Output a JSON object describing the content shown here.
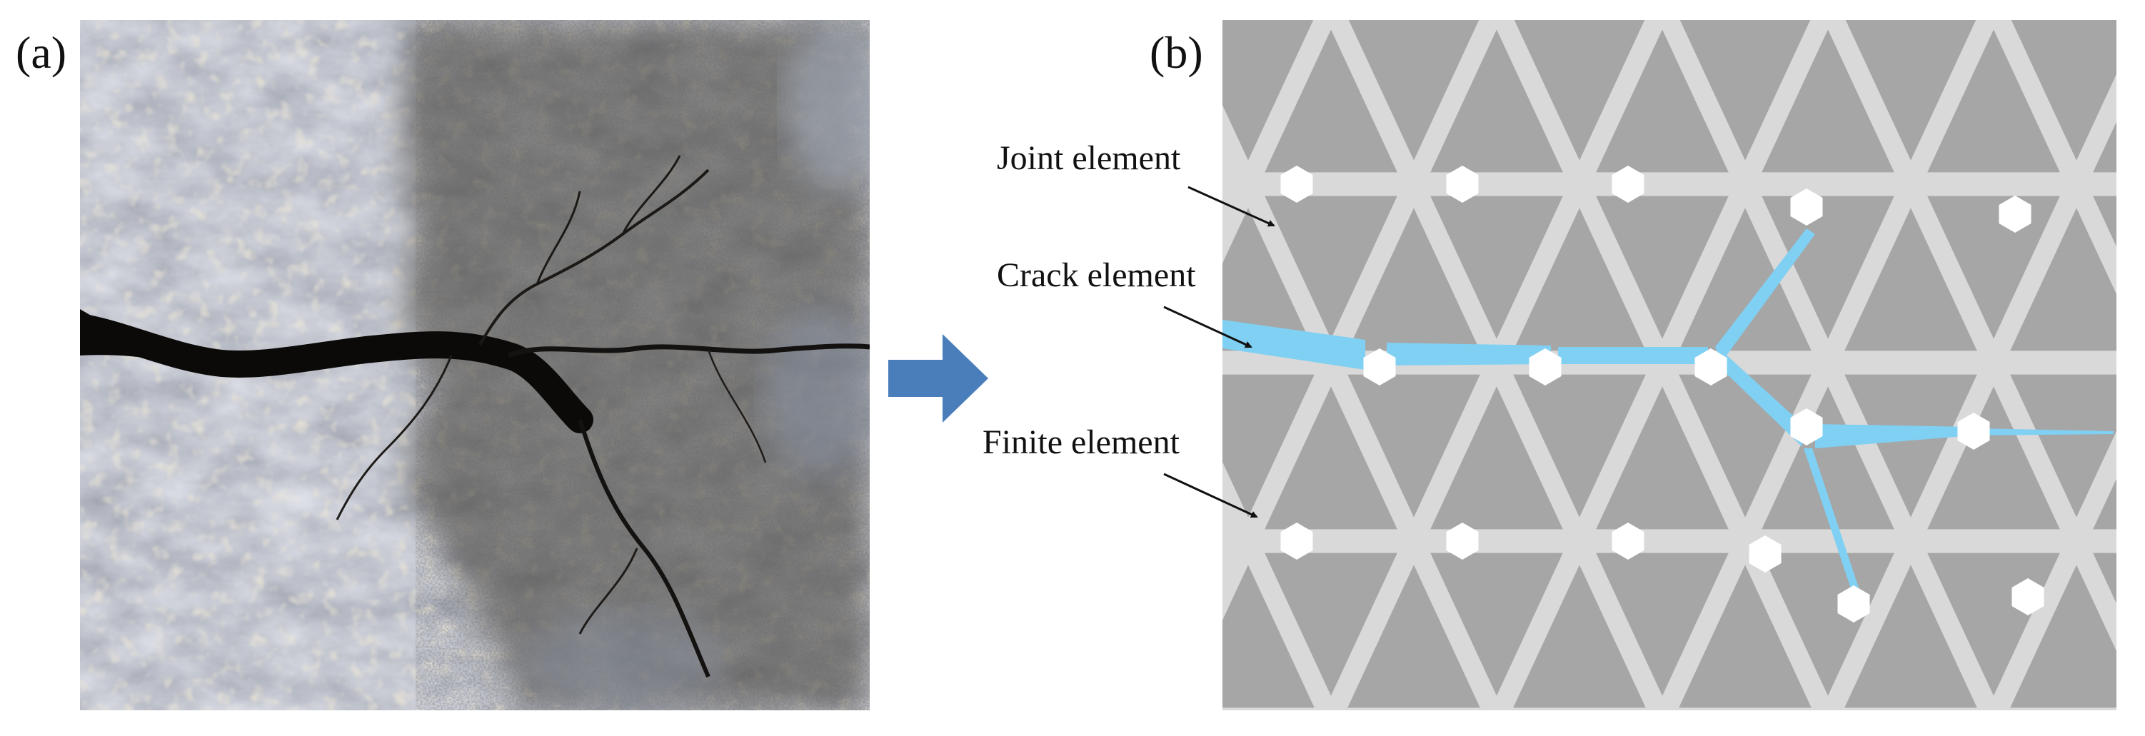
{
  "figure": {
    "panel_a_label": "(a)",
    "panel_b_label": "(b)"
  },
  "labels": {
    "joint": "Joint element",
    "crack": "Crack element",
    "finite": "Finite element"
  },
  "colors": {
    "crack_fill": "#7fd0f2",
    "finite_fill": "#a6a6a6",
    "joint_fill": "#d9d9d9",
    "node_fill": "#ffffff",
    "arrow_fill": "#4a7ebb",
    "photo_base": "#7f8591"
  },
  "icons": {
    "transform": "right-arrow-icon"
  }
}
